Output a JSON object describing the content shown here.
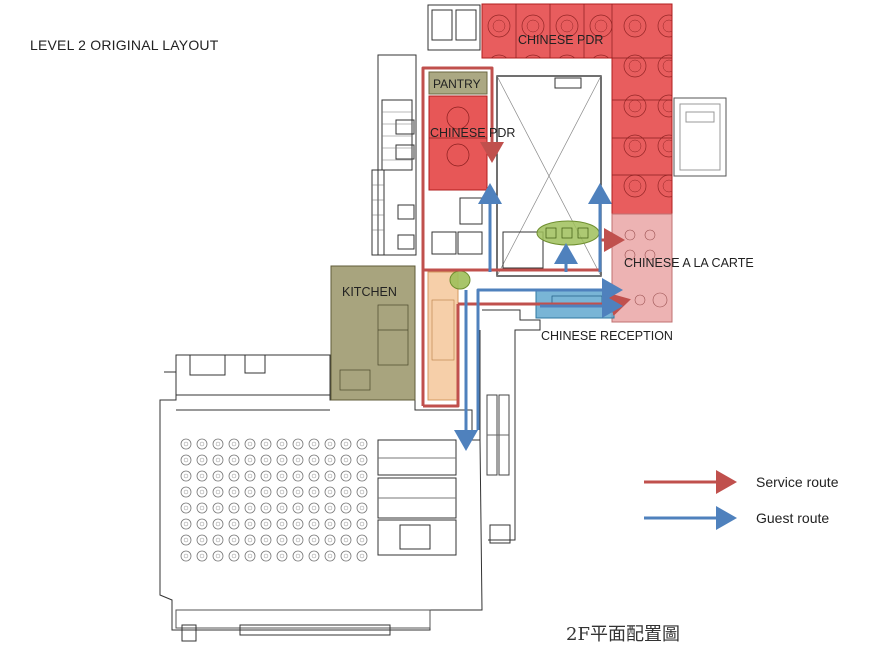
{
  "title": "LEVEL 2 ORIGINAL LAYOUT",
  "zones": {
    "chinese_pdr_top": "CHINESE PDR",
    "pantry": "PANTRY",
    "chinese_pdr_left": "CHINESE PDR",
    "chinese_a_la_carte": "CHINESE A LA CARTE",
    "kitchen": "KITCHEN",
    "chinese_reception": "CHINESE RECEPTION"
  },
  "legend": {
    "service": {
      "label": "Service route",
      "color": "#c0504d"
    },
    "guest": {
      "label": "Guest route",
      "color": "#4f81bd"
    }
  },
  "caption": "2F平面配置圖",
  "colors": {
    "pdr": "#e3393a",
    "a_la_carte": "#e79a9a",
    "kitchen": "#8f8b5a",
    "reception": "#62a8cf",
    "prep": "#f5c79a",
    "lift_lobby": "#9fbf5a"
  }
}
